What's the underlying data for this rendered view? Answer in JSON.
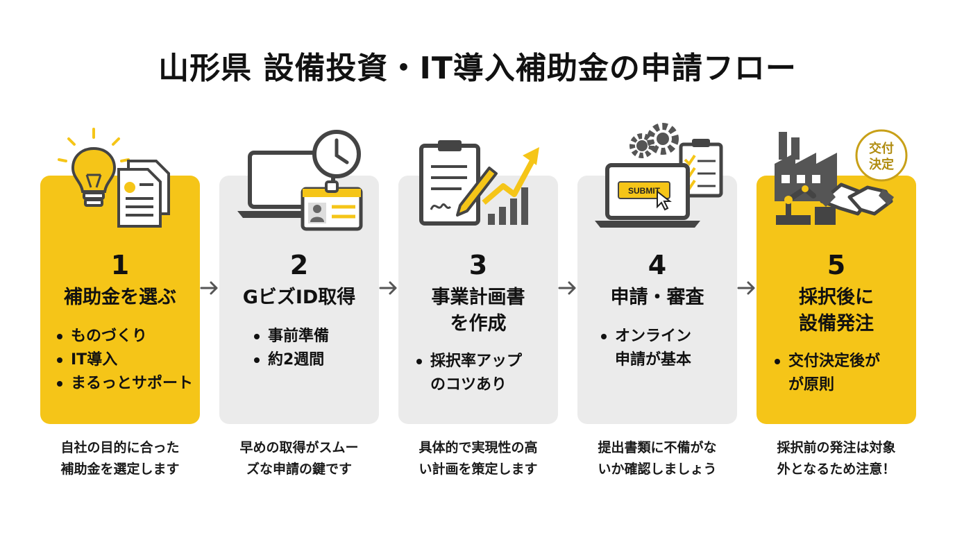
{
  "title": "山形県 設備投資・IT導入補助金の申請フロー",
  "steps": [
    {
      "number": "1",
      "title_lines": [
        "補助金を選ぶ"
      ],
      "bullets": [
        "ものづくり",
        "IT導入",
        "まるっとサポート"
      ],
      "caption_lines": [
        "自社の目的に合った",
        "補助金を選定します"
      ],
      "color": "#f5c518"
    },
    {
      "number": "2",
      "title_lines": [
        "GビズID取得"
      ],
      "bullets": [
        "事前準備",
        "約2週間"
      ],
      "caption_lines": [
        "早めの取得がスムー",
        "ズな申請の鍵です"
      ],
      "color": "#ebebeb"
    },
    {
      "number": "3",
      "title_lines": [
        "事業計画書",
        "を作成"
      ],
      "bullets": [
        "採択率アップ",
        "のコツあり"
      ],
      "caption_lines": [
        "具体的で実現性の高",
        "い計画を策定します"
      ],
      "color": "#ebebeb"
    },
    {
      "number": "4",
      "title_lines": [
        "申請・審査"
      ],
      "bullets": [
        "オンライン",
        "申請が基本"
      ],
      "caption_lines": [
        "提出書類に不備がな",
        "いか確認しましょう"
      ],
      "color": "#ebebeb"
    },
    {
      "number": "5",
      "title_lines": [
        "採択後に",
        "設備発注"
      ],
      "bullets": [
        "交付決定後が",
        "が原則"
      ],
      "caption_lines": [
        "採択前の発注は対象",
        "外となるため注意！"
      ],
      "color": "#f5c518"
    }
  ],
  "icons": {
    "submit_label": "SUBMIT",
    "stamp_lines": [
      "交付",
      "決定"
    ]
  },
  "colors": {
    "accent_yellow": "#f5c518",
    "card_gray": "#ebebeb",
    "icon_dark": "#555555"
  }
}
